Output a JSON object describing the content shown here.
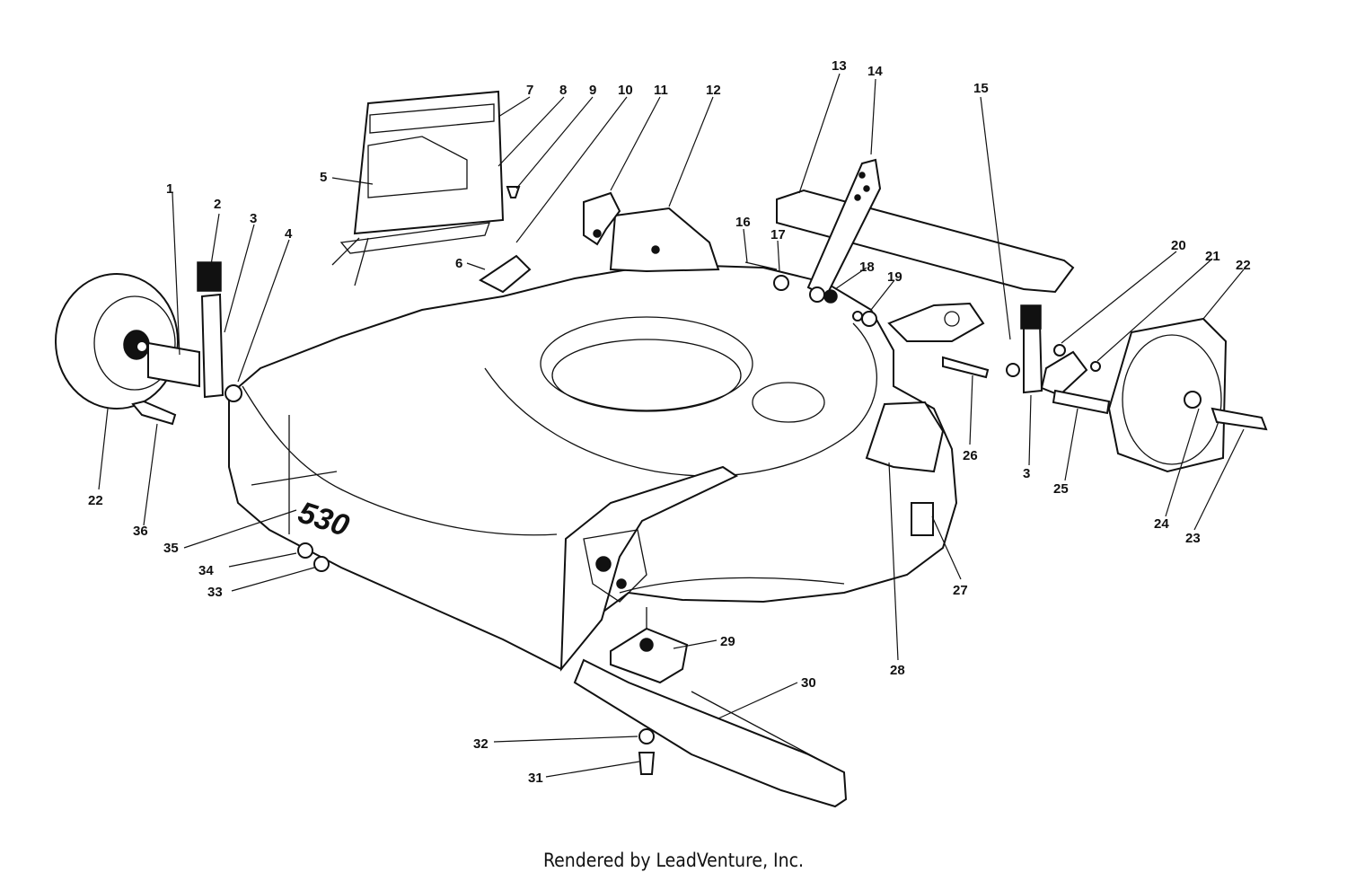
{
  "diagram": {
    "model_marking": "530",
    "watermark": "LEADVENTURE",
    "callouts": [
      "1",
      "2",
      "3",
      "4",
      "5",
      "6",
      "7",
      "8",
      "9",
      "10",
      "11",
      "12",
      "13",
      "14",
      "15",
      "16",
      "17",
      "18",
      "19",
      "20",
      "21",
      "22",
      "22",
      "23",
      "24",
      "25",
      "26",
      "3",
      "27",
      "28",
      "29",
      "30",
      "31",
      "32",
      "33",
      "34",
      "35",
      "36"
    ]
  },
  "footer": {
    "credit": "Rendered by LeadVenture, Inc."
  }
}
